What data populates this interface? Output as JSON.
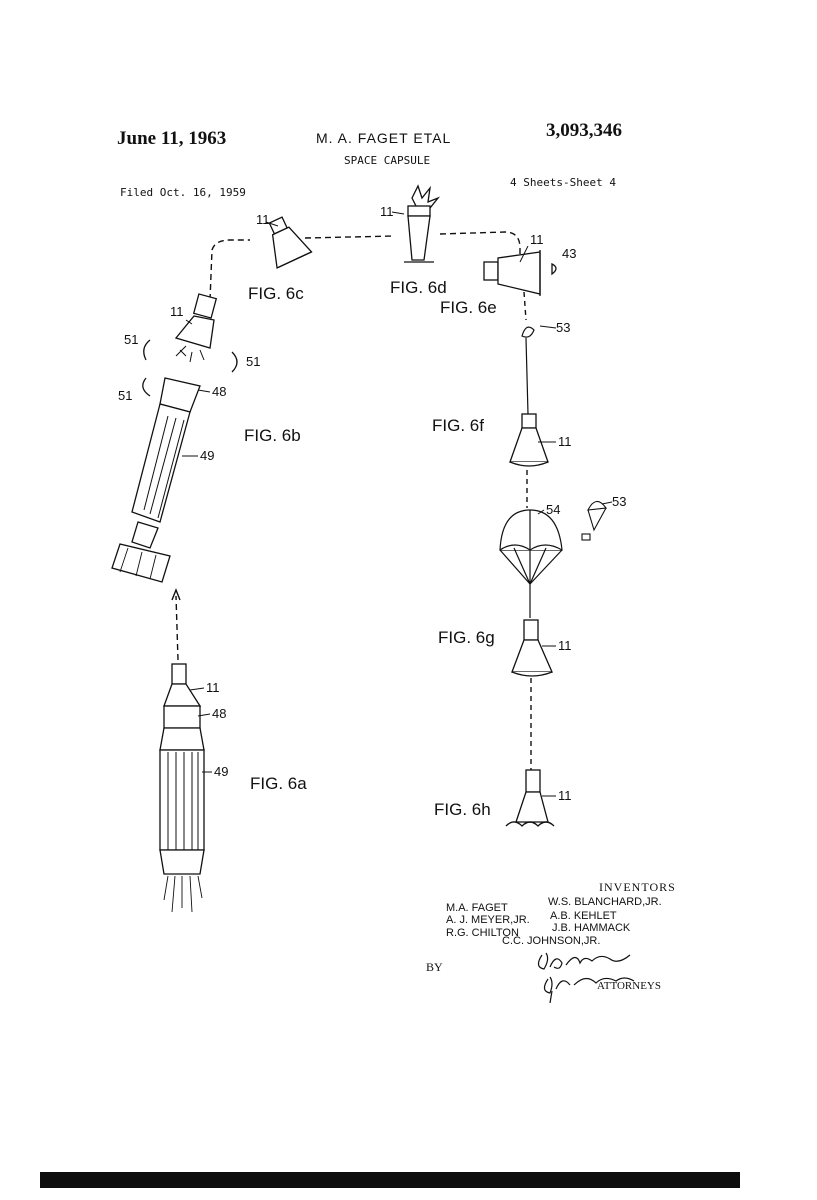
{
  "header": {
    "date": "June 11, 1963",
    "inventor_line": "M. A. FAGET ETAL",
    "patent_number": "3,093,346",
    "title": "SPACE CAPSULE",
    "filed": "Filed Oct. 16, 1959",
    "sheets": "4 Sheets-Sheet 4"
  },
  "figures": {
    "fig6a": "FIG. 6a",
    "fig6b": "FIG. 6b",
    "fig6c": "FIG. 6c",
    "fig6d": "FIG. 6d",
    "fig6e": "FIG. 6e",
    "fig6f": "FIG. 6f",
    "fig6g": "FIG. 6g",
    "fig6h": "FIG. 6h"
  },
  "refs": {
    "r11": "11",
    "r43": "43",
    "r48": "48",
    "r49": "49",
    "r51": "51",
    "r53": "53",
    "r54": "54"
  },
  "inventors": {
    "heading": "INVENTORS",
    "names": [
      "M.A. FAGET",
      "W.S. BLANCHARD,JR.",
      "A. J. MEYER,JR.",
      "A.B. KEHLET",
      "R.G. CHILTON",
      "J.B. HAMMACK",
      "C.C. JOHNSON,JR."
    ],
    "by": "BY",
    "attorneys": "ATTORNEYS"
  }
}
